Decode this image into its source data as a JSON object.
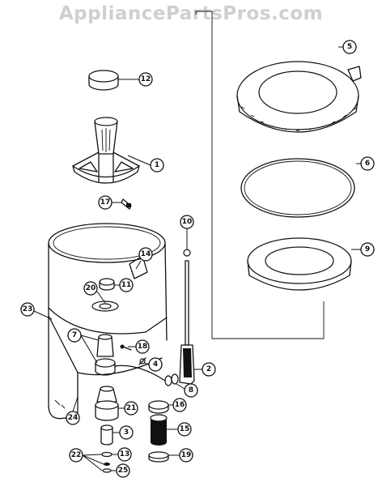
{
  "watermark": "AppliancePartsPros.com",
  "callouts": [
    "12",
    "1",
    "17",
    "5",
    "6",
    "10",
    "14",
    "11",
    "9",
    "20",
    "23",
    "7",
    "18",
    "4",
    "2",
    "8",
    "16",
    "21",
    "3",
    "15",
    "24",
    "22",
    "13",
    "19",
    "25"
  ],
  "colors": {
    "ink": "#111111",
    "watermark": "#cfcfcf",
    "background": "#ffffff"
  }
}
